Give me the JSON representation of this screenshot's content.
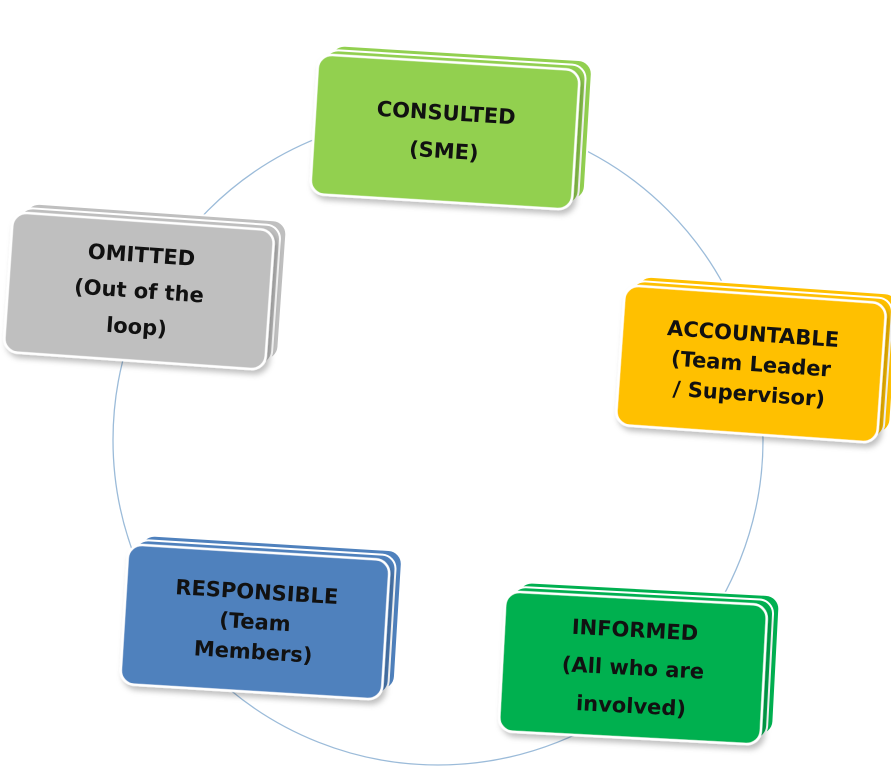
{
  "diagram": {
    "nodes": [
      {
        "id": "consulted",
        "lines": [
          "CONSULTED",
          "(SME)"
        ],
        "color": "#92d050",
        "accent": "#5a8f28"
      },
      {
        "id": "accountable",
        "lines": [
          "ACCOUNTABLE",
          "(Team Leader",
          "/ Supervisor)"
        ],
        "color": "#ffc000",
        "accent": "#b88a00"
      },
      {
        "id": "informed",
        "lines": [
          "INFORMED",
          "(All who are",
          "involved)"
        ],
        "color": "#00b050",
        "accent": "#007a36"
      },
      {
        "id": "responsible",
        "lines": [
          "RESPONSIBLE",
          "(Team",
          "Members)"
        ],
        "color": "#4f81bd",
        "accent": "#355c8a"
      },
      {
        "id": "omitted",
        "lines": [
          "OMITTED",
          "(Out of the",
          "loop)"
        ],
        "color": "#bfbfbf",
        "accent": "#8a8a8a"
      }
    ],
    "ring_color": "#9bbbd9"
  }
}
